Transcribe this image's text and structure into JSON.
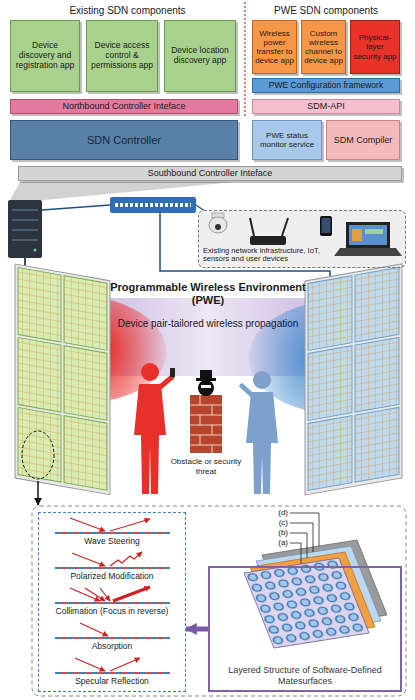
{
  "diagram": {
    "nodes": [
      {
        "text": [
          "Device discovery and registration app"
        ]
      },
      {
        "text": [
          "Device access control & permissions app"
        ]
      },
      {
        "text": [
          "Device location discovery app"
        ]
      },
      {
        "text": [
          "Wireless power transfer to device app"
        ]
      },
      {
        "text": [
          "Custom wireless channel to device app"
        ]
      },
      {
        "text": [
          "Physical-layer security app"
        ]
      },
      {
        "text": [
          "PWE Configuration framework"
        ]
      },
      {
        "text": [
          "Northbound Controller Inteface"
        ]
      },
      {
        "text": [
          "SDM-API"
        ]
      },
      {
        "text": [
          "SDN Controller"
        ]
      },
      {
        "text": [
          "PWE status monitor service"
        ]
      },
      {
        "text": [
          "SDM Compiler"
        ]
      },
      {
        "text": [
          "Southbound Controller Inteface"
        ]
      },
      {
        "text": [
          "Existing network infrastructure, IoT, sensors and user devices"
        ]
      },
      {
        "text": [
          "Wave Steering",
          "Polarized Modification",
          "Collimation (Focus in reverse)",
          "Absorption",
          "Specular Reflection"
        ]
      },
      {
        "text": [
          "Layered Structure of Software-Defined Matesurfaces"
        ]
      }
    ],
    "edges": [
      {
        "from": 15,
        "to": 14,
        "arrow": "to"
      }
    ],
    "labels": [
      "Existing SDN components",
      "PWE SDN components",
      "Programmable Wireless Environment (PWE)",
      "Device pair-tailored wireless propagation",
      "Obstacle or security threat",
      "(d)",
      "(c)",
      "(b)",
      "(a)"
    ]
  }
}
